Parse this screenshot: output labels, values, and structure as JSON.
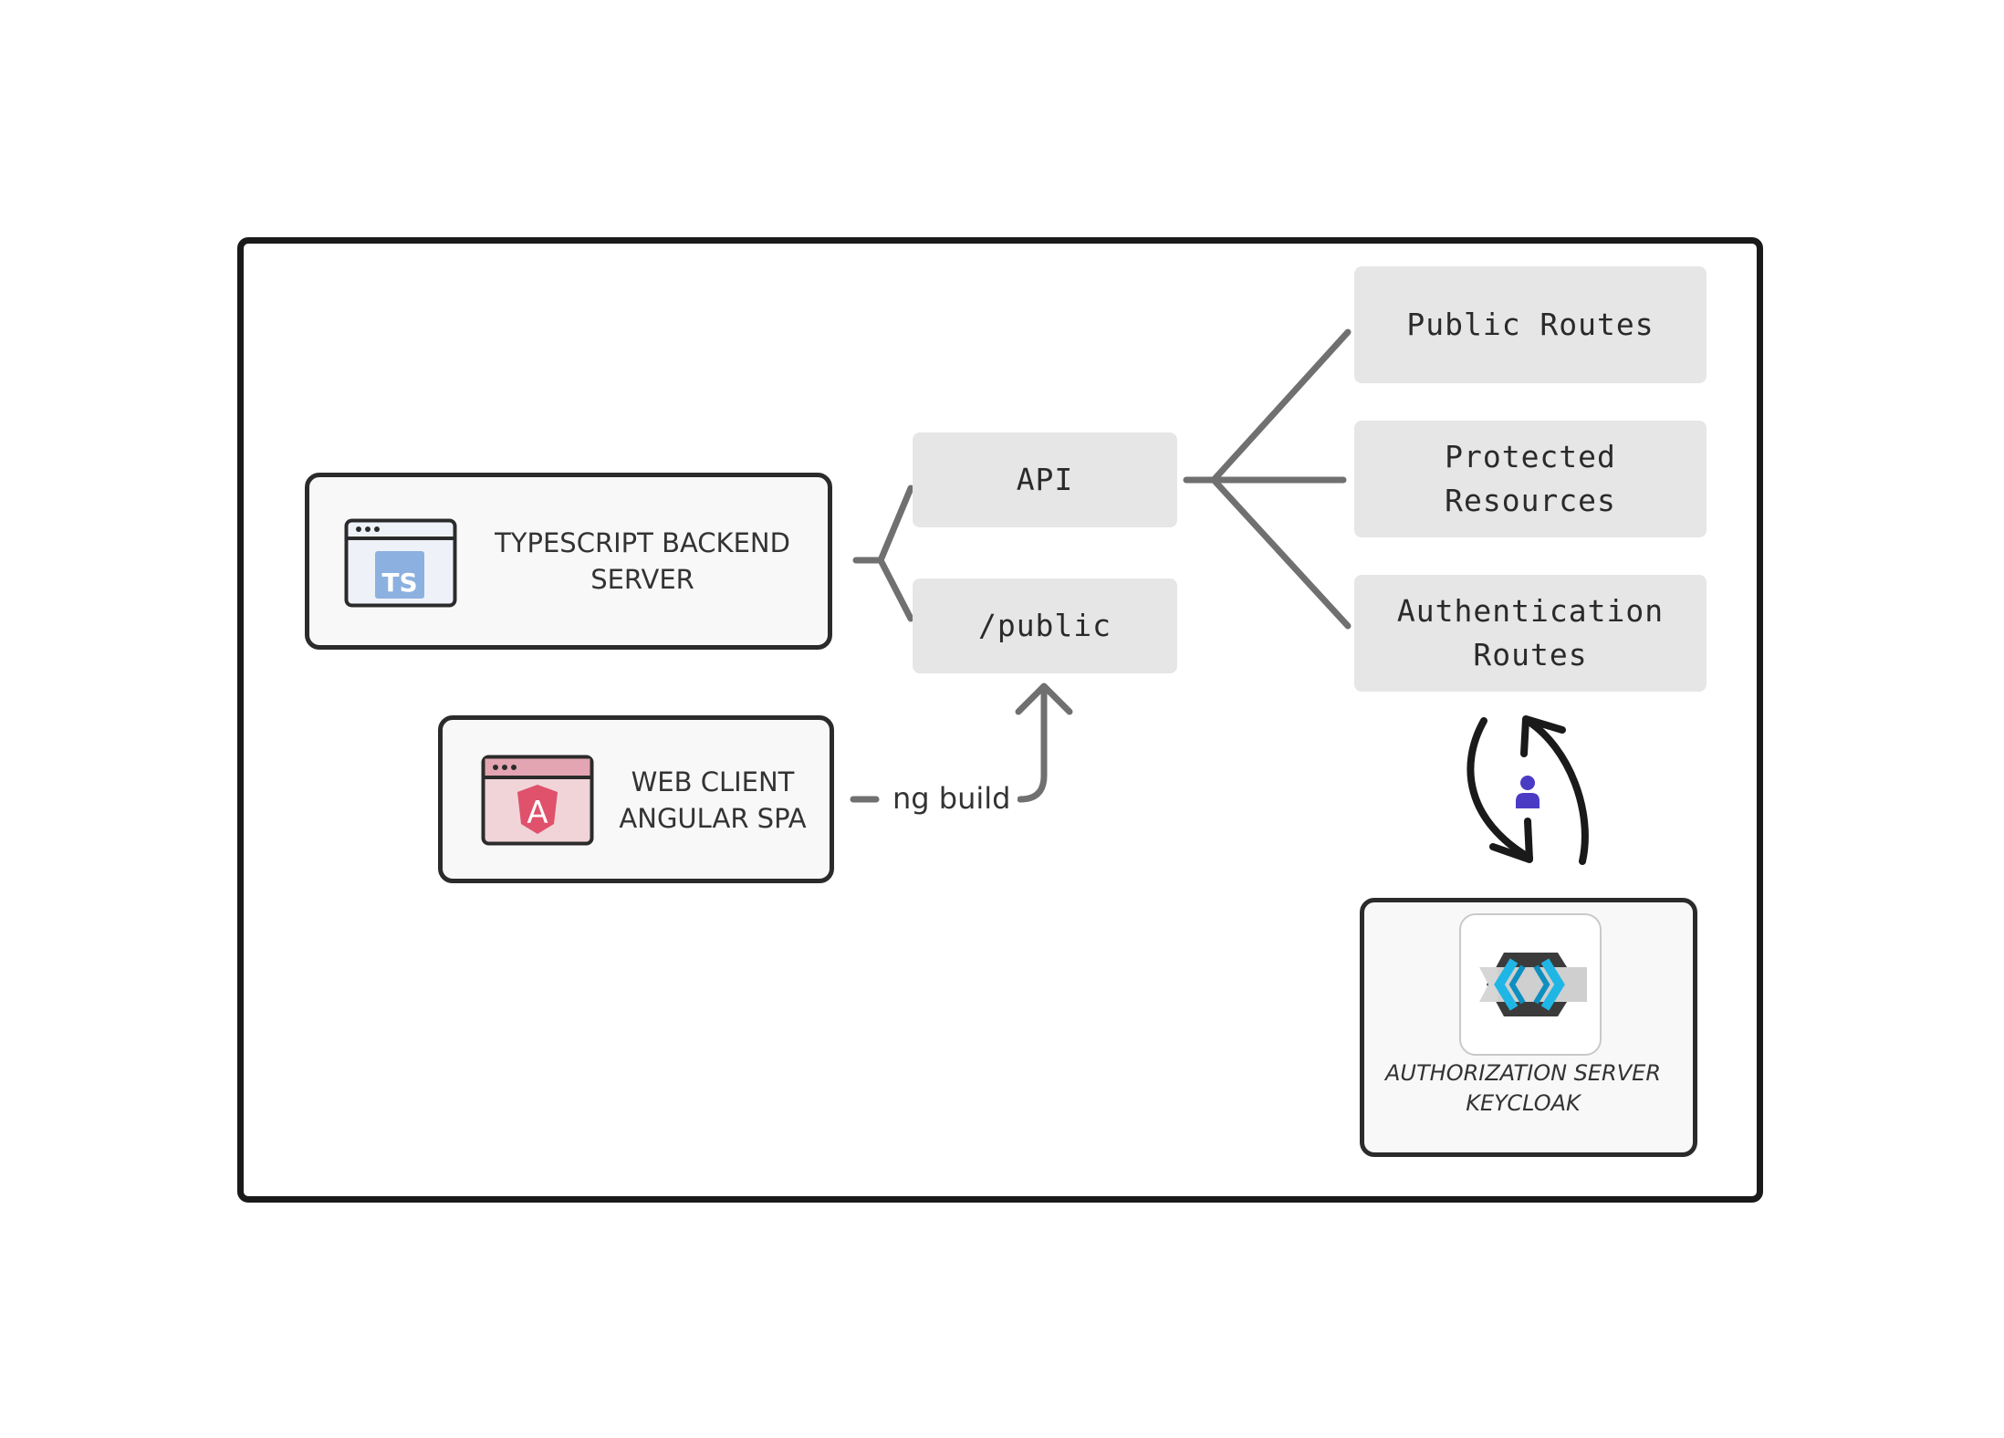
{
  "diagram": {
    "backend": {
      "label": "TYPESCRIPT BACKEND\nSERVER",
      "icon": "typescript-window-icon",
      "icon_badge": "TS"
    },
    "web_client": {
      "label": "WEB CLIENT\nANGULAR SPA",
      "icon": "angular-window-icon",
      "icon_badge": "A"
    },
    "api_box": {
      "label": "API"
    },
    "public_box": {
      "label": "/public"
    },
    "routes": [
      {
        "label": "Public Routes"
      },
      {
        "label": "Protected\nResources"
      },
      {
        "label": "Authentication\nRoutes"
      }
    ],
    "build_edge": {
      "label": "ng build"
    },
    "auth_server": {
      "label": "AUTHORIZATION SERVER\nKEYCLOAK",
      "icon": "keycloak-logo-icon"
    },
    "user_icon": "user-icon",
    "colors": {
      "frame": "#1a1a1a",
      "card_bg": "#f7f8f7",
      "box_bg": "#e6e6e6",
      "connector": "#707070",
      "typescript_blue": "#8cb0df",
      "angular_red": "#e0516b",
      "angular_window": "#f0d4d8",
      "keycloak_cyan": "#1fb6e6",
      "user_purple": "#4b3bc4"
    }
  }
}
